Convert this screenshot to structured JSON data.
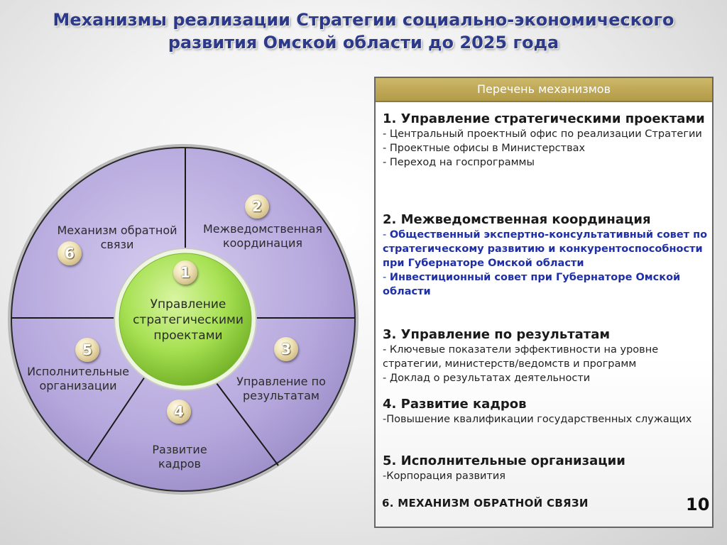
{
  "title_line1": "Механизмы реализации Стратегии социально-экономического",
  "title_line2": "развития Омской области до 2025 года",
  "diagram": {
    "center": {
      "number": "1",
      "label": [
        "Управление",
        "стратегическими",
        "проектами"
      ]
    },
    "segments": [
      {
        "number": "2",
        "label": [
          "Межведомственная",
          "координация"
        ]
      },
      {
        "number": "3",
        "label": [
          "Управление по",
          "результатам"
        ]
      },
      {
        "number": "4",
        "label": [
          "Развитие",
          "кадров"
        ]
      },
      {
        "number": "5",
        "label": [
          "Исполнительные",
          "организации"
        ]
      },
      {
        "number": "6",
        "label": [
          "Механизм обратной",
          "связи"
        ]
      }
    ],
    "colors": {
      "outer_fill": "#b5a7dc",
      "outer_stroke": "#2a2a2a",
      "center_fill": "#8fd13a"
    }
  },
  "panel": {
    "header": "Перечень механизмов",
    "sections": [
      {
        "title": "1. Управление стратегическими проектами",
        "items": [
          {
            "text": "- Центральный проектный офис по реализации Стратегии"
          },
          {
            "text": "- Проектные офисы в Министерствах"
          },
          {
            "text": "- Переход на госпрограммы"
          }
        ]
      },
      {
        "title": "2. Межведомственная координация",
        "items": [
          {
            "dash": "- ",
            "text": "Общественный экспертно-консультативный совет по стратегическому развитию и конкурентоспособности при Губернаторе Омской области"
          },
          {
            "dash": "- ",
            "text": "Инвестиционный совет при Губернаторе Омской области"
          }
        ]
      },
      {
        "title": "3. Управление по результатам",
        "items": [
          {
            "text": "- Ключевые показатели эффективности на уровне стратегии, министерств/ведомств и программ"
          },
          {
            "text": "- Доклад о результатах деятельности"
          }
        ]
      },
      {
        "title": "4. Развитие кадров",
        "items": [
          {
            "text": "-Повышение квалификации государственных служащих"
          }
        ]
      },
      {
        "title": "5. Исполнительные организации",
        "items": [
          {
            "text": "-Корпорация развития"
          }
        ]
      }
    ],
    "feedback": "6. МЕХАНИЗМ ОБРАТНОЙ СВЯЗИ"
  },
  "page_number": "10"
}
